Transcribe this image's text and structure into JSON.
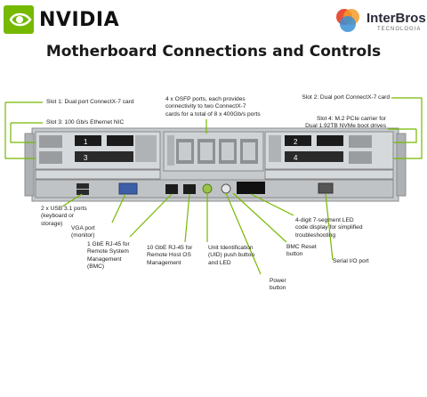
{
  "brand": {
    "nvidia_text": "NVIDIA",
    "interbros_text": "InterBros",
    "interbros_sub": "TECNOLOGIA"
  },
  "title": "Motherboard Connections and Controls",
  "labels": {
    "slot1": "Slot 1: Dual port ConnectX-7 card",
    "slot3": "Slot 3: 100 Gb/s Ethernet NIC",
    "osfp_1": "4 x OSFP ports, each provides",
    "osfp_2": "connectivity to two ConnectX-7",
    "osfp_3": "cards for a total of 8 x 400Gb/s ports",
    "slot2": "Slot 2: Dual port ConnectX-7 card",
    "slot4_1": "Slot 4: M.2 PCIe carrier for",
    "slot4_2": "Dual 1.92TB NVMe boot drives",
    "usb_1": "2 x USB 3.1 ports",
    "usb_2": "(keyboard or",
    "usb_3": "storage)",
    "vga_1": "VGA port",
    "vga_2": "(monitor)",
    "rj1_1": "1 GbE RJ-45 for",
    "rj1_2": "Remote System",
    "rj1_3": "Management",
    "rj1_4": "(BMC)",
    "rj10_1": "10 GbE RJ-45 for",
    "rj10_2": "Remote Host OS",
    "rj10_3": "Management",
    "uid_1": "Unit Identification",
    "uid_2": "(UID) push button",
    "uid_3": "and LED",
    "power_1": "Power",
    "power_2": "button",
    "bmc_1": "BMC Reset",
    "bmc_2": "button",
    "seg_1": "4-digit 7-segment LED",
    "seg_2": "code display for simplified",
    "seg_3": "troubleshooting",
    "serial": "Serial I/O port"
  },
  "card_numbers": {
    "n1": "1",
    "n2": "2",
    "n3": "3",
    "n4": "4"
  },
  "colors": {
    "accent": "#76b900",
    "chassis": "#b9bcbf",
    "text": "#1a1a1a"
  },
  "icons": [
    "nvidia-eye-icon",
    "interbros-mark-icon"
  ]
}
